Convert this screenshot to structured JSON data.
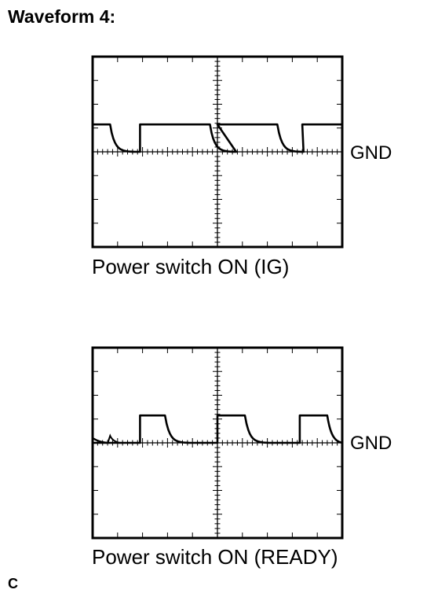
{
  "title": "Waveform 4:",
  "footer_mark": "C",
  "waveforms": [
    {
      "gnd_label": "GND",
      "caption": "Power switch ON (IG)",
      "pulses": [
        {
          "from": 0.0,
          "to": 0.7
        },
        {
          "from": 1.9,
          "to": 4.7
        },
        {
          "from": 5.0,
          "to": 7.4
        },
        {
          "from": 8.4,
          "to": 10.0
        }
      ],
      "glitches": []
    },
    {
      "gnd_label": "GND",
      "caption": "Power switch ON (READY)",
      "pulses": [
        {
          "from": 1.9,
          "to": 2.9
        },
        {
          "from": 5.0,
          "to": 6.1
        },
        {
          "from": 8.3,
          "to": 9.4
        }
      ],
      "glitches": [
        {
          "at": 0.7
        }
      ]
    }
  ]
}
